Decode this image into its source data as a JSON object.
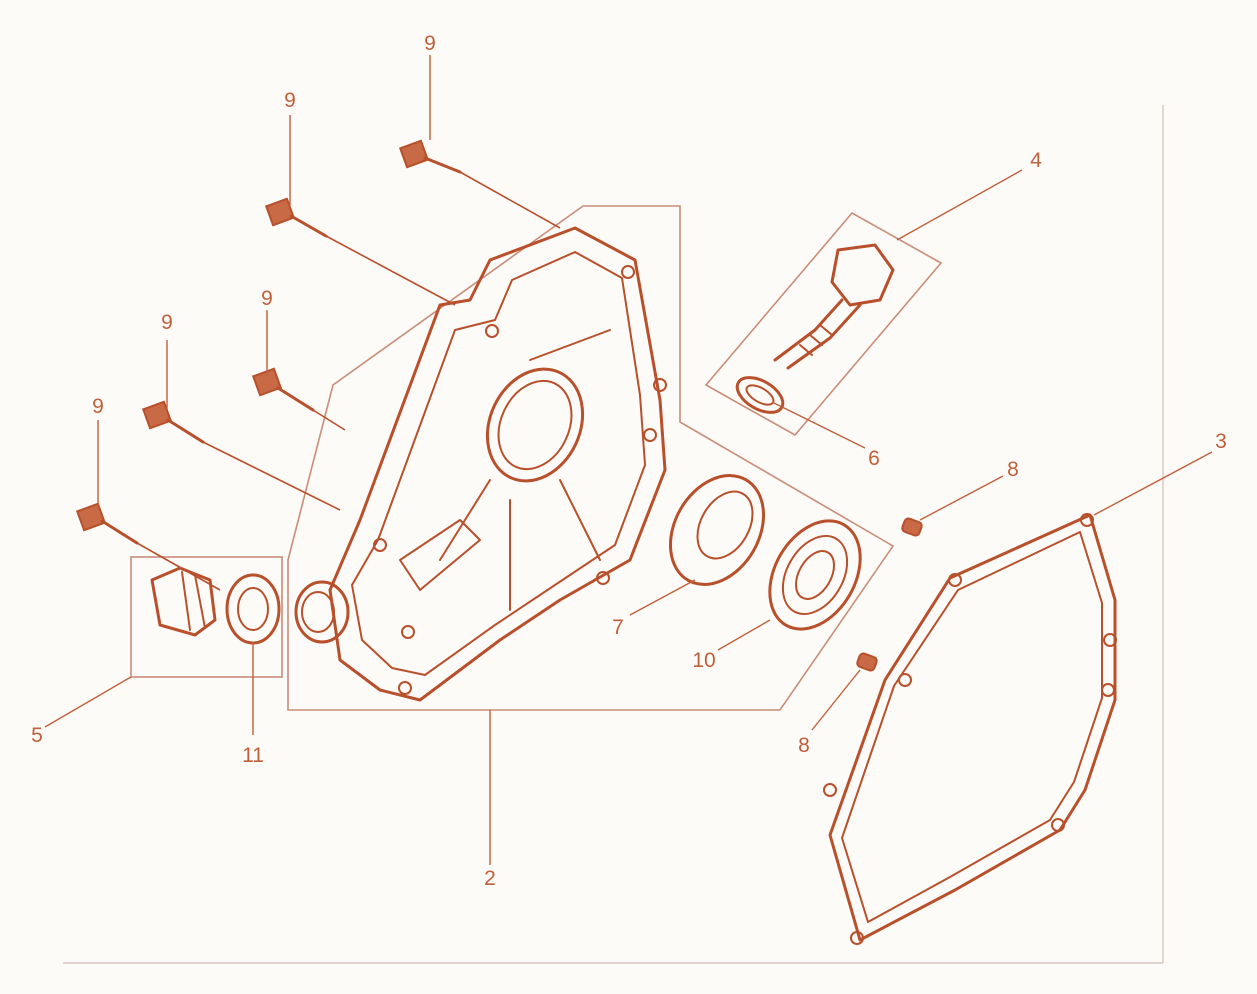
{
  "colors": {
    "line": "#b8502c",
    "callout_text": "#c0603a",
    "background": "#fdfbf7",
    "frame": "#c98d78"
  },
  "callouts": {
    "c9_a": "9",
    "c9_b": "9",
    "c9_c": "9",
    "c9_d": "9",
    "c9_e": "9",
    "c4": "4",
    "c6": "6",
    "c3": "3",
    "c8_a": "8",
    "c8_b": "8",
    "c7": "7",
    "c10": "10",
    "c5": "5",
    "c11": "11",
    "c2": "2"
  }
}
